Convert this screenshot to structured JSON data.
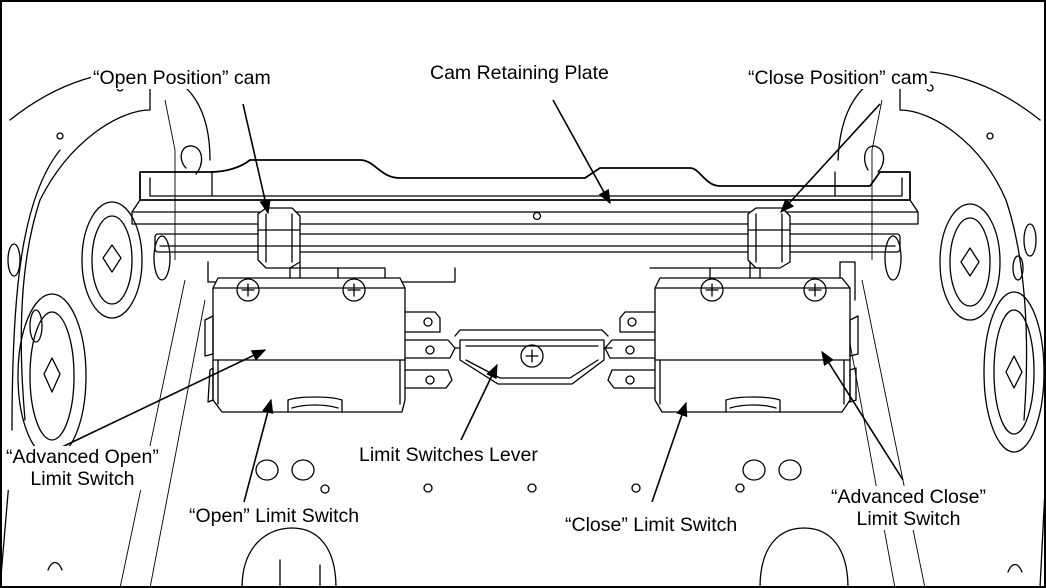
{
  "labels": {
    "open_position_cam": "“Open Position” cam",
    "cam_retaining_plate": "Cam Retaining Plate",
    "close_position_cam": "“Close Position” cam",
    "advanced_open_line1": "“Advanced Open”",
    "advanced_open_line2": "Limit Switch",
    "limit_switches_lever": "Limit Switches Lever",
    "open_limit_switch": "“Open” Limit Switch",
    "close_limit_switch": "“Close” Limit Switch",
    "advanced_close_line1": "“Advanced Close”",
    "advanced_close_line2": "Limit Switch"
  },
  "colors": {
    "line": "#000000",
    "background": "#ffffff"
  }
}
